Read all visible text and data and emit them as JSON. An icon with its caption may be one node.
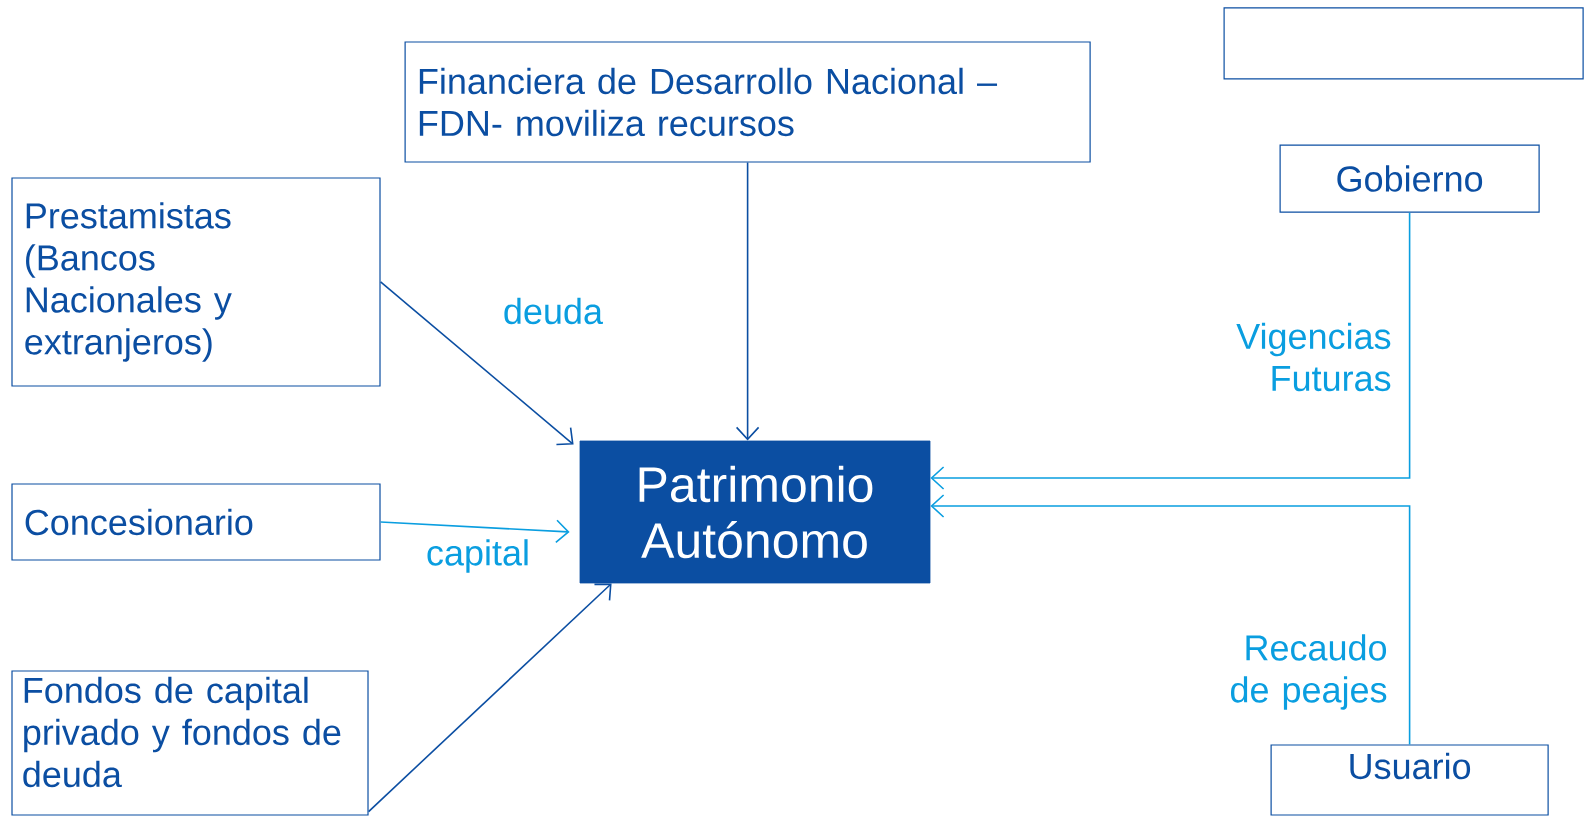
{
  "diagram": {
    "nodes": [
      {
        "text": [],
        "shape": "box"
      },
      {
        "text": [
          "Financiera de Desarrollo Nacional – FDN- moviliza recursos"
        ]
      },
      {
        "text": [
          "Prestamistas (Bancos Nacionales y extranjeros)"
        ]
      },
      {
        "text": [
          "Gobierno"
        ]
      },
      {
        "text": [
          "Concesionario"
        ]
      },
      {
        "text": [
          "Patrimonio Autónomo"
        ]
      },
      {
        "text": [
          "Fondos de capital privado y fondos de deuda"
        ]
      },
      {
        "text": [
          "Usuario"
        ]
      }
    ],
    "edges": [
      {
        "from": 2,
        "to": 5,
        "arrow": "to",
        "label": "deuda"
      },
      {
        "from": 1,
        "to": 5,
        "arrow": "to"
      },
      {
        "from": 4,
        "to": 5,
        "arrow": "to",
        "label": "capital",
        "color": "#0a9ee0"
      },
      {
        "from": 6,
        "to": 5,
        "arrow": "to"
      },
      {
        "from": 3,
        "to": 5,
        "arrow": "to",
        "label": "Vigencias Futuras",
        "color": "#0a9ee0"
      },
      {
        "from": 7,
        "to": 5,
        "arrow": "to",
        "label": "Recaudo de peajes",
        "color": "#0a9ee0"
      }
    ]
  }
}
